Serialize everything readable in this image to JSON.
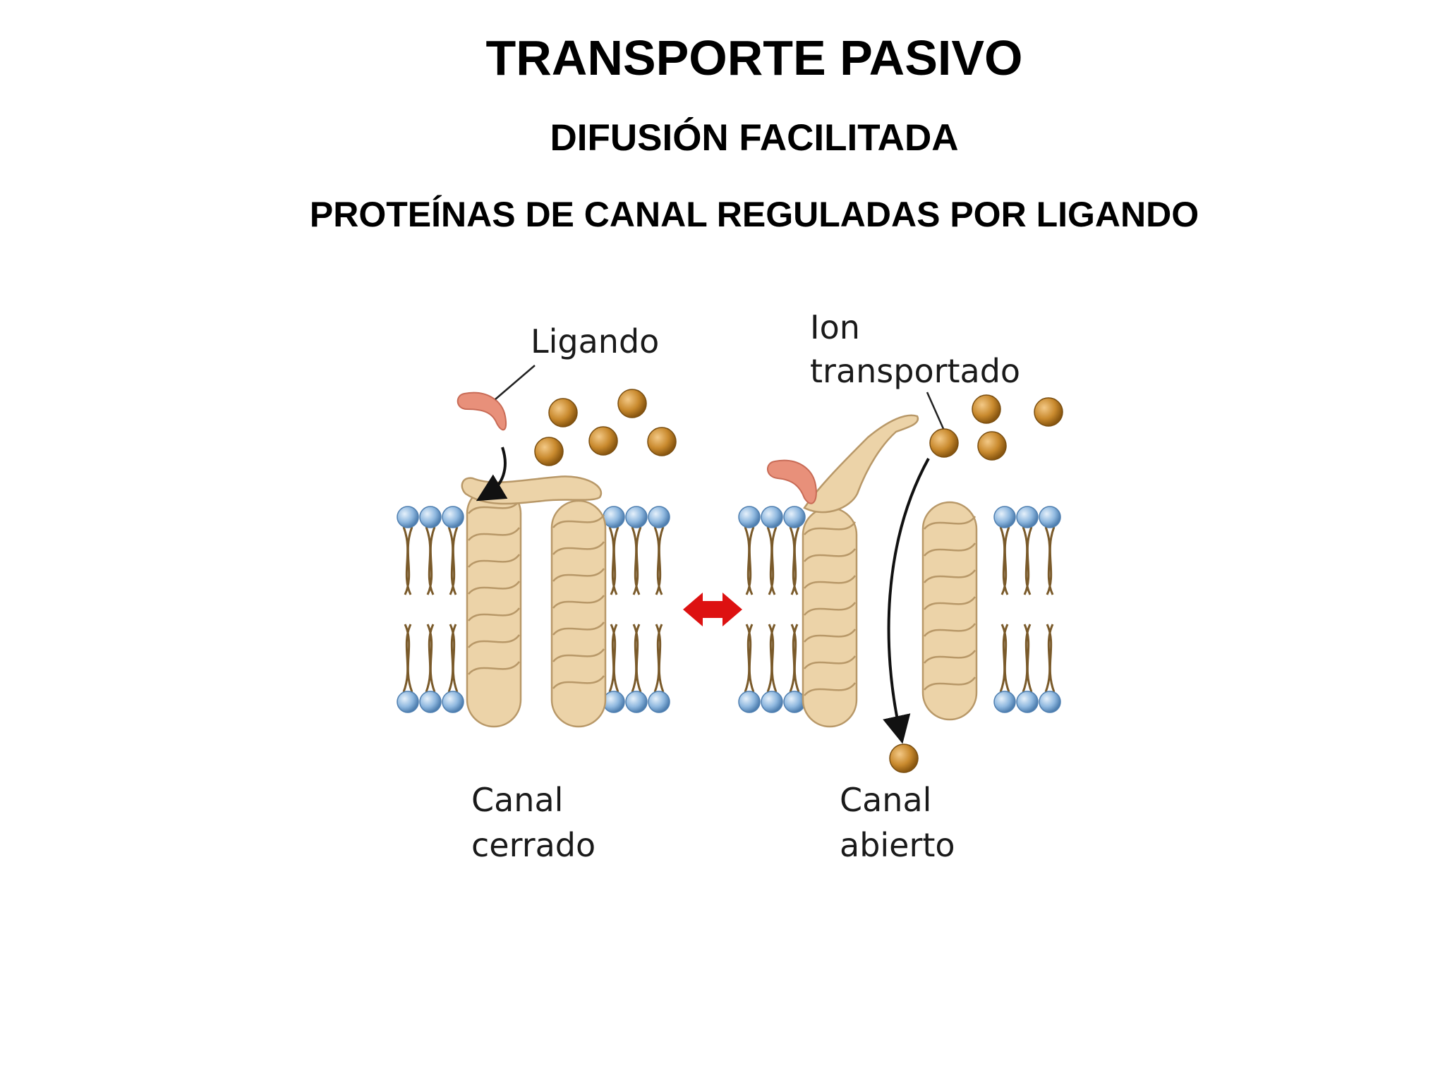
{
  "slide": {
    "title": "TRANSPORTE PASIVO",
    "subtitle": "DIFUSIÓN FACILITADA",
    "heading": "PROTEÍNAS DE CANAL REGULADAS POR LIGANDO"
  },
  "diagram": {
    "labels": {
      "ligand": "Ligando",
      "ion_line1": "Ion",
      "ion_line2": "transportado",
      "closed_line1": "Canal",
      "closed_line2": "cerrado",
      "open_line1": "Canal",
      "open_line2": "abierto"
    },
    "colors": {
      "head": "#8fb8df",
      "tail": "#7a5a2a",
      "protein": "#ecd3a8",
      "protein_stroke": "#b89868",
      "ion": "#c98a2e",
      "ligand": "#e8907a",
      "arrow": "#dd1111"
    }
  }
}
